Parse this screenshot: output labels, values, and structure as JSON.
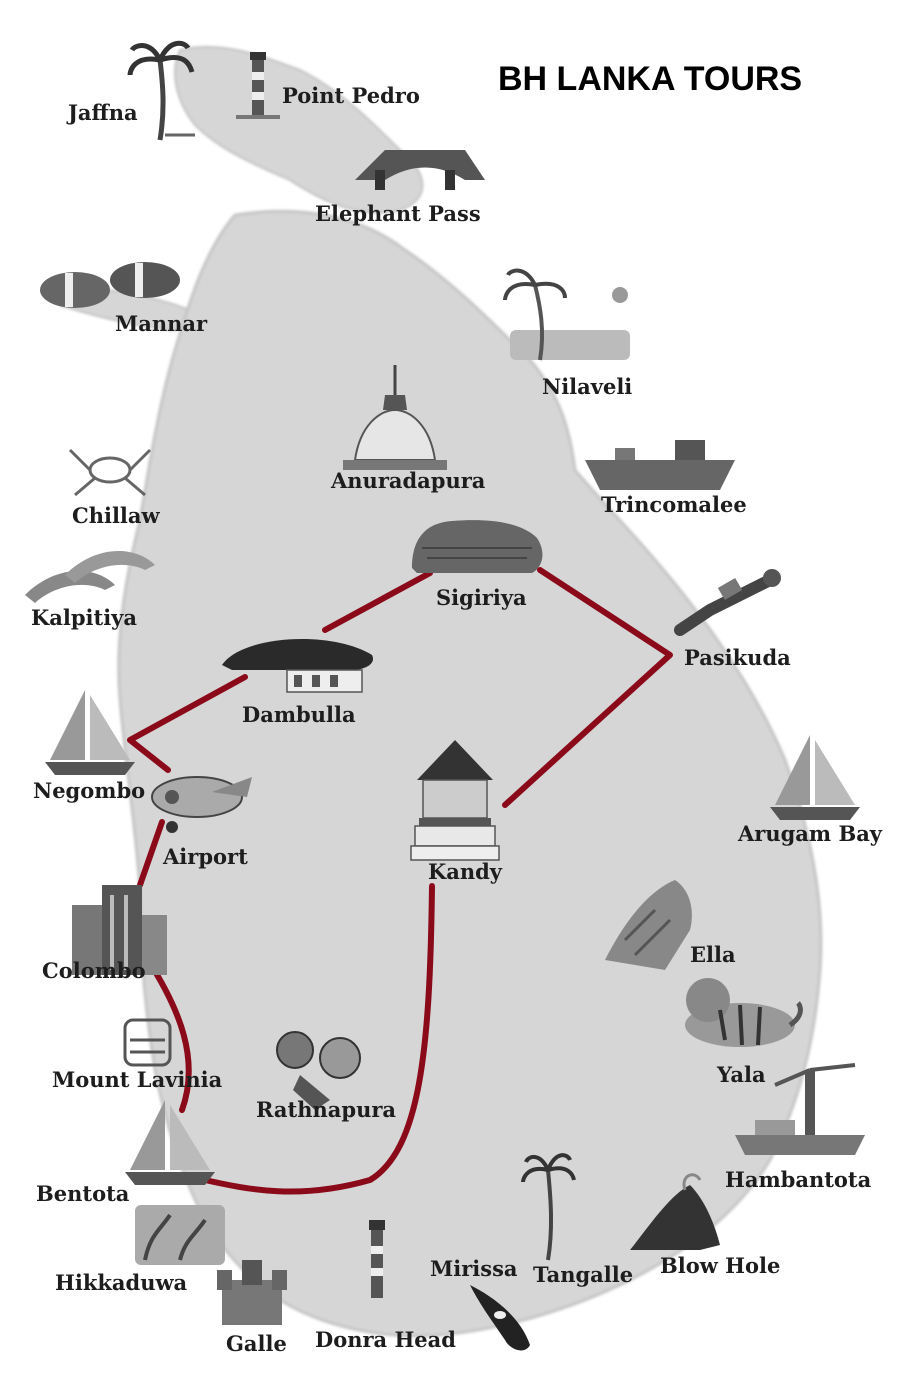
{
  "title": "BH LANKA TOURS",
  "route_color": "#8b0a1a",
  "island_color": "#d6d6d6",
  "places": {
    "point_pedro": "Point Pedro",
    "jaffna": "Jaffna",
    "elephant_pass": "Elephant Pass",
    "mannar": "Mannar",
    "nilaveli": "Nilaveli",
    "anuradhapura": "Anuradapura",
    "trincomalee": "Trincomalee",
    "chillaw": "Chillaw",
    "sigiriya": "Sigiriya",
    "kalpitiya": "Kalpitiya",
    "pasikuda": "Pasikuda",
    "dambulla": "Dambulla",
    "negombo": "Negombo",
    "airport": "Airport",
    "arugam_bay": "Arugam Bay",
    "kandy": "Kandy",
    "colombo": "Colombo",
    "ella": "Ella",
    "mount_lavinia": "Mount Lavinia",
    "yala": "Yala",
    "rathnapura": "Rathnapura",
    "hambantota": "Hambantota",
    "bentota": "Bentota",
    "hikkaduwa": "Hikkaduwa",
    "mirissa": "Mirissa",
    "tangalle": "Tangalle",
    "blow_hole": "Blow Hole",
    "galle": "Galle",
    "donra_head": "Donra Head"
  },
  "icons": {
    "point_pedro": "lighthouse-icon",
    "jaffna": "palm-tree-icon",
    "elephant_pass": "bridge-icon",
    "mannar": "clownfish-icon",
    "nilaveli": "beach-palm-icon",
    "anuradhapura": "stupa-icon",
    "trincomalee": "ship-icon",
    "chillaw": "crab-icon",
    "sigiriya": "rock-fortress-icon",
    "kalpitiya": "dolphin-icon",
    "pasikuda": "diver-icon",
    "dambulla": "cave-temple-icon",
    "negombo": "sailboat-icon",
    "airport": "airplane-icon",
    "arugam_bay": "sailboat-icon",
    "kandy": "temple-icon",
    "colombo": "skyscraper-icon",
    "ella": "mountain-icon",
    "mount_lavinia": "hotel-icon",
    "yala": "tiger-icon",
    "rathnapura": "gem-icon",
    "hambantota": "harbor-crane-icon",
    "bentota": "sailboat-icon",
    "hikkaduwa": "coral-reef-icon",
    "mirissa": "whale-icon",
    "tangalle": "palm-tree-icon",
    "blow_hole": "blow-hole-icon",
    "galle": "fort-icon",
    "donra_head": "lighthouse-icon"
  }
}
